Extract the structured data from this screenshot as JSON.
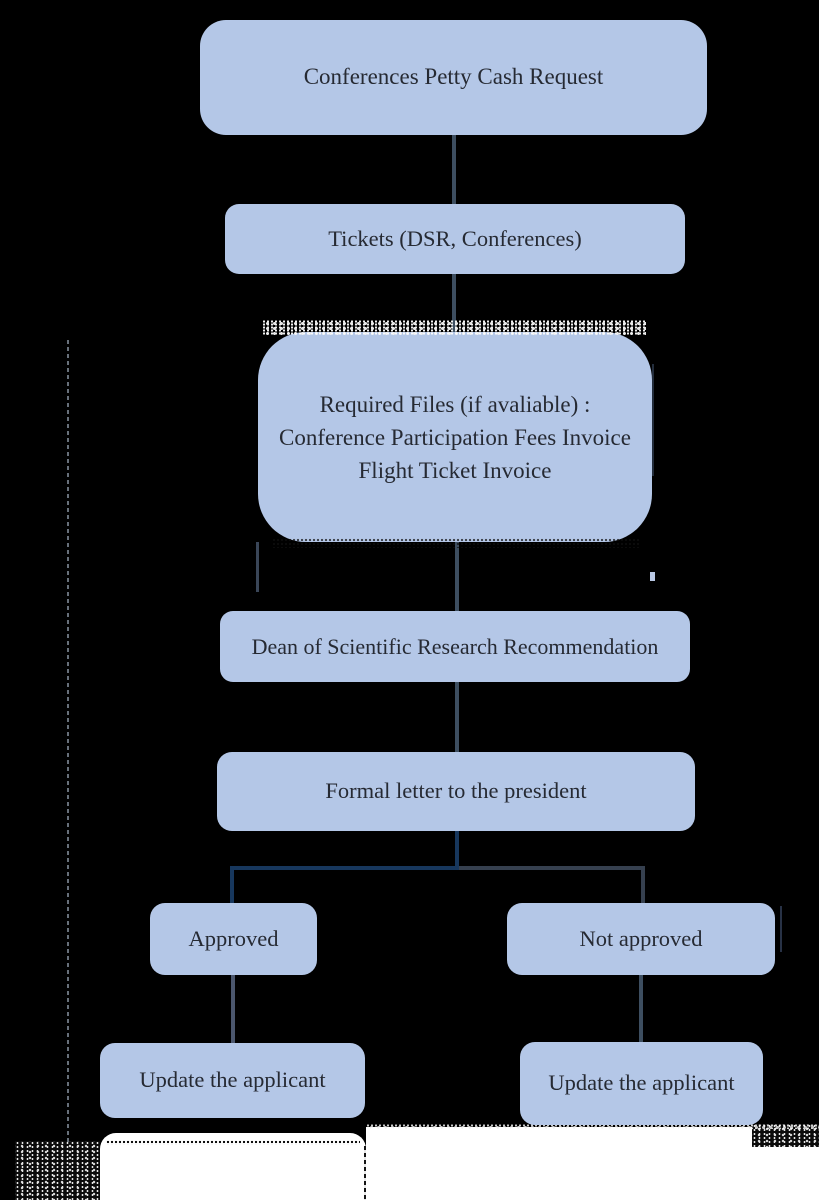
{
  "diagram": {
    "title": "Conferences Petty Cash Request flowchart",
    "type": "flowchart",
    "nodes": [
      {
        "id": "petty-cash-request",
        "label": "Conferences Petty Cash Request"
      },
      {
        "id": "tickets",
        "label": "Tickets (DSR, Conferences)"
      },
      {
        "id": "required-files",
        "lines": [
          "Required Files (if avaliable) :",
          "Conference Participation Fees Invoice",
          "Flight Ticket Invoice"
        ]
      },
      {
        "id": "dsr-recommendation",
        "label": "Dean of Scientific Research Recommendation"
      },
      {
        "id": "formal-letter",
        "label": "Formal letter to the president"
      },
      {
        "id": "approved",
        "label": "Approved"
      },
      {
        "id": "not-approved",
        "label": "Not approved"
      },
      {
        "id": "update-applicant-approved",
        "label": "Update the applicant"
      },
      {
        "id": "update-applicant-not-approved",
        "label": "Update the applicant"
      }
    ],
    "edges": [
      {
        "from": "petty-cash-request",
        "to": "tickets"
      },
      {
        "from": "tickets",
        "to": "required-files"
      },
      {
        "from": "required-files",
        "to": "dsr-recommendation"
      },
      {
        "from": "dsr-recommendation",
        "to": "formal-letter"
      },
      {
        "from": "formal-letter",
        "to": "approved"
      },
      {
        "from": "formal-letter",
        "to": "not-approved"
      },
      {
        "from": "approved",
        "to": "update-applicant-approved"
      },
      {
        "from": "not-approved",
        "to": "update-applicant-not-approved"
      }
    ],
    "colors": {
      "background": "#000000",
      "node_fill": "#b4c7e7",
      "node_text": "#262a33",
      "connector": "#3d4e60",
      "branch_left_connector": "#17375d",
      "branch_right_connector": "#36404f",
      "page_remnant": "#ffffff"
    }
  }
}
